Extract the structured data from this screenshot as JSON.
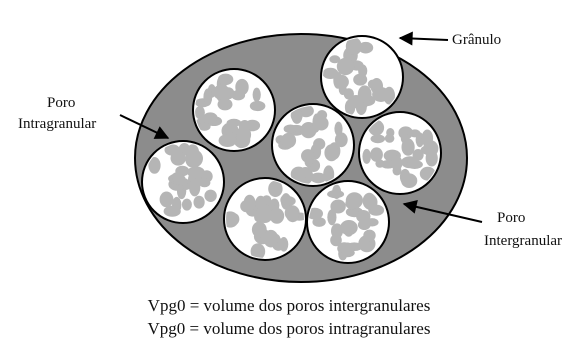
{
  "labels": {
    "granulo": "Grânulo",
    "poro_intra_line1": "Poro",
    "poro_intra_line2": "Intragranular",
    "poro_inter_line1": "Poro",
    "poro_inter_line2": "Intergranular"
  },
  "captions": {
    "line1": "Vpg0 = volume dos poros intergranulares",
    "line2": "Vpg0 = volume dos poros intragranulares"
  },
  "colors": {
    "matrix_fill": "#8c8c8c",
    "granule_fill": "#ffffff",
    "pore_fill": "#b5b5b5",
    "outline": "#000000"
  }
}
